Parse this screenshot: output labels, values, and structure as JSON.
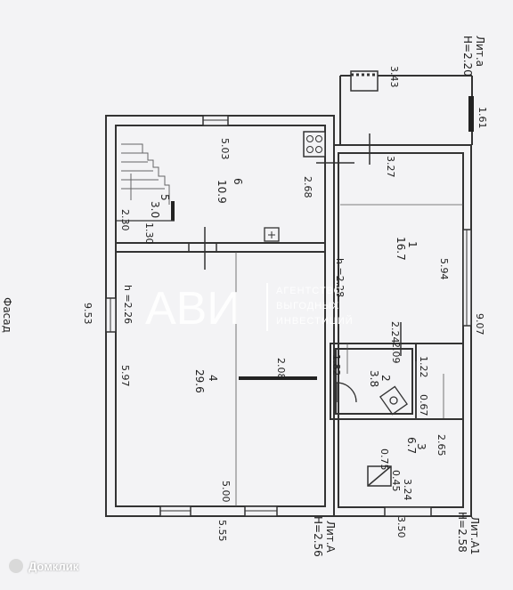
{
  "facade_label": "Фасад",
  "lit_labels": {
    "lit_a_top": "Лит.А",
    "lit_a_bot": "Н=2.56",
    "lit_a1_top": "Лит.А1",
    "lit_a1_bot": "Н=2.58",
    "lit_a0_top": "Лит.а",
    "lit_a0_bot": "Н=2.20"
  },
  "rooms": {
    "r6": {
      "num": "6",
      "area": "10.9"
    },
    "r5": {
      "num": "5",
      "area": "3.0"
    },
    "r4": {
      "num": "4",
      "area": "29.6"
    },
    "r1": {
      "num": "1",
      "area": "16.7"
    },
    "r2": {
      "num": "2",
      "area": "3.8"
    },
    "r3": {
      "num": "3",
      "area": "6.7"
    }
  },
  "heights": {
    "h_a": "h =2.26",
    "h_a1": "h =2.28"
  },
  "dims": {
    "d343": "3.43",
    "d161": "1.61",
    "d503": "5.03",
    "d327": "3.27",
    "d268": "2.68",
    "d230": "2.30",
    "d130": "1.30",
    "d953": "9.53",
    "d597": "5.97",
    "d208": "2.08",
    "d594": "5.94",
    "d907": "9.07",
    "d224": "2.24",
    "d182": "1.82",
    "d209": "2.09",
    "d122": "1.22",
    "d067": "0.67",
    "d265": "2.65",
    "d075": "0.75",
    "d045": "0.45",
    "d500": "5.00",
    "d324": "3.24",
    "d555": "5.55",
    "d350": "3.50"
  },
  "watermark": {
    "big": "АВИ",
    "line1": "АГЕНТСТВО",
    "line2": "ВЫГОДНЫХ",
    "line3": "ИНВЕСТИЦИЙ"
  },
  "credit": "Домклик"
}
